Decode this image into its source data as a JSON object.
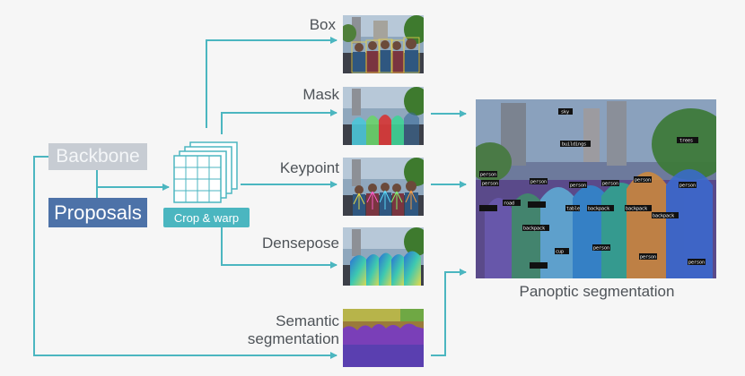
{
  "diagram": {
    "backbone": "Backbone",
    "proposals": "Proposals",
    "crop_warp": "Crop & warp",
    "outputs": {
      "box": "Box",
      "mask": "Mask",
      "keypoint": "Keypoint",
      "densepose": "Densepose",
      "semantic_line1": "Semantic",
      "semantic_line2": "segmentation"
    },
    "panoptic_caption": "Panoptic segmentation",
    "panoptic_tags": [
      "sky",
      "buildings",
      "trees",
      "person",
      "person",
      "person",
      "person",
      "person",
      "person",
      "person",
      "backpack",
      "table",
      "backpack",
      "backpack",
      "backpack",
      "road",
      "cup",
      "person",
      "person",
      "person"
    ],
    "colors": {
      "arrow": "#4bb6c0",
      "backbone_box": "#c7ccd3",
      "proposals_box": "#4d72a8",
      "crop_box": "#4bb6c0",
      "grid": "#4bb6c0"
    }
  }
}
